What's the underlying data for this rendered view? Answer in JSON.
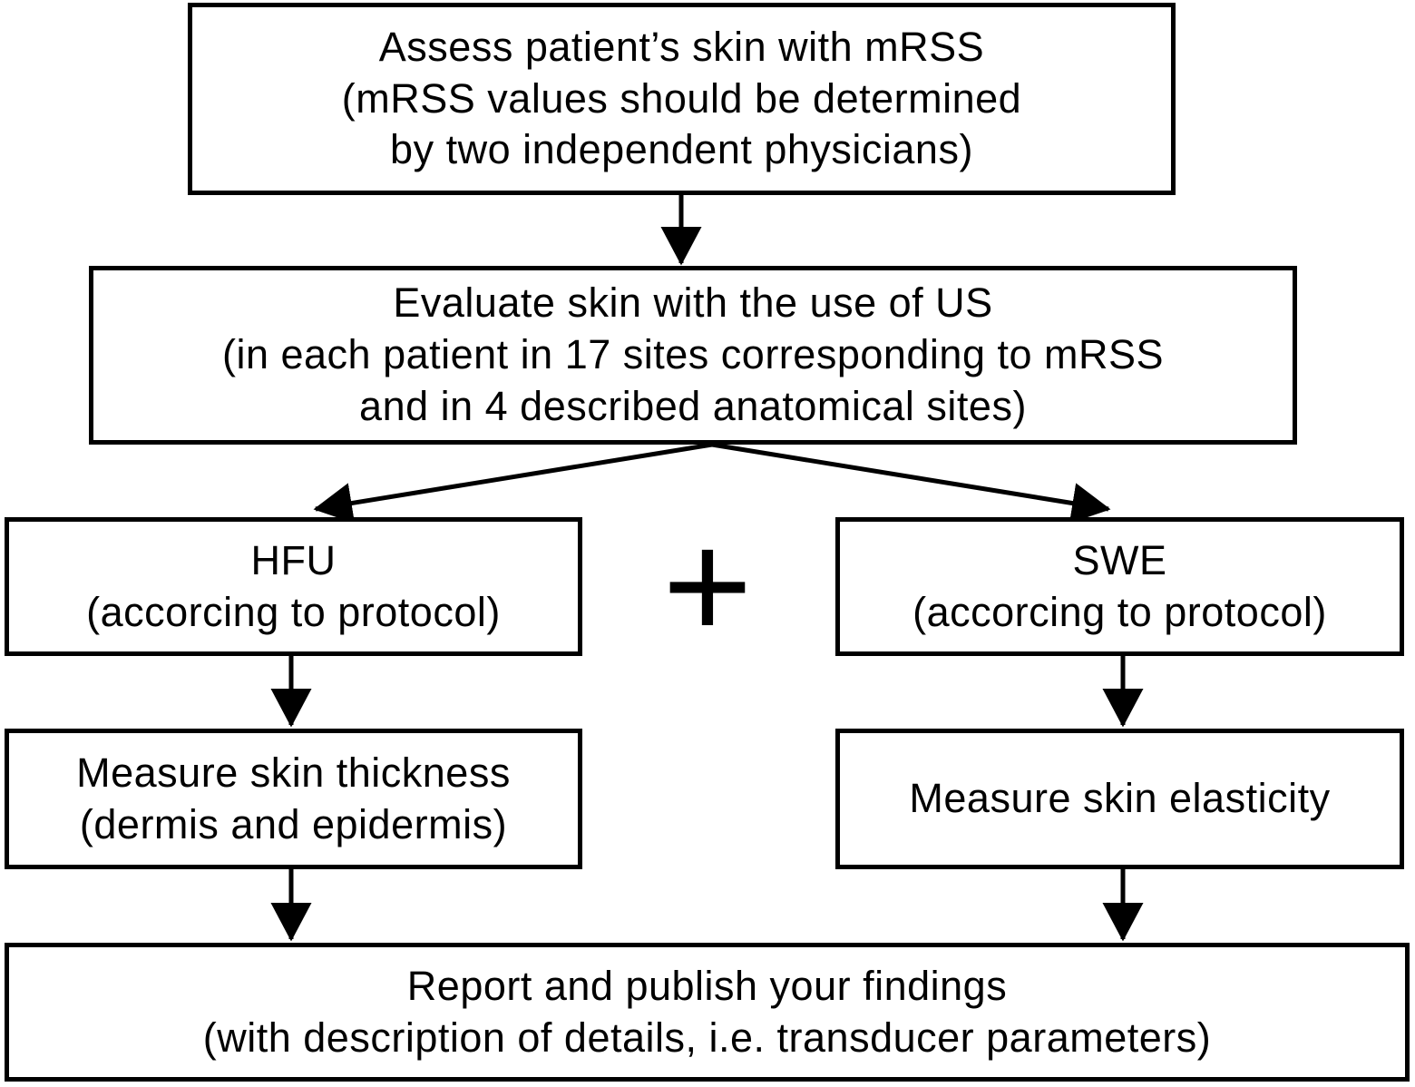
{
  "diagram": {
    "title_hint": "Flowchart of skin assessment protocol using mRSS, HFU and SWE ultrasound",
    "nodes": {
      "assess": {
        "text": "Assess patient’s skin with mRSS\n(mRSS values should be determined\nby two independent physicians)"
      },
      "evaluate": {
        "text": "Evaluate skin with the use of US\n(in each patient in 17 sites corresponding to mRSS\nand in 4 described anatomical sites)"
      },
      "hfu": {
        "text": "HFU\n(accorcing to protocol)"
      },
      "swe": {
        "text": "SWE\n(accorcing to protocol)"
      },
      "measure_thickness": {
        "text": "Measure skin thickness\n(dermis and epidermis)"
      },
      "measure_elasticity": {
        "text": "Measure skin elasticity"
      },
      "report": {
        "text": "Report and publish your findings\n(with description of details, i.e. transducer parameters)"
      }
    },
    "plus_symbol": "+",
    "colors": {
      "border": "#000000",
      "background": "#ffffff",
      "text": "#000000"
    }
  }
}
